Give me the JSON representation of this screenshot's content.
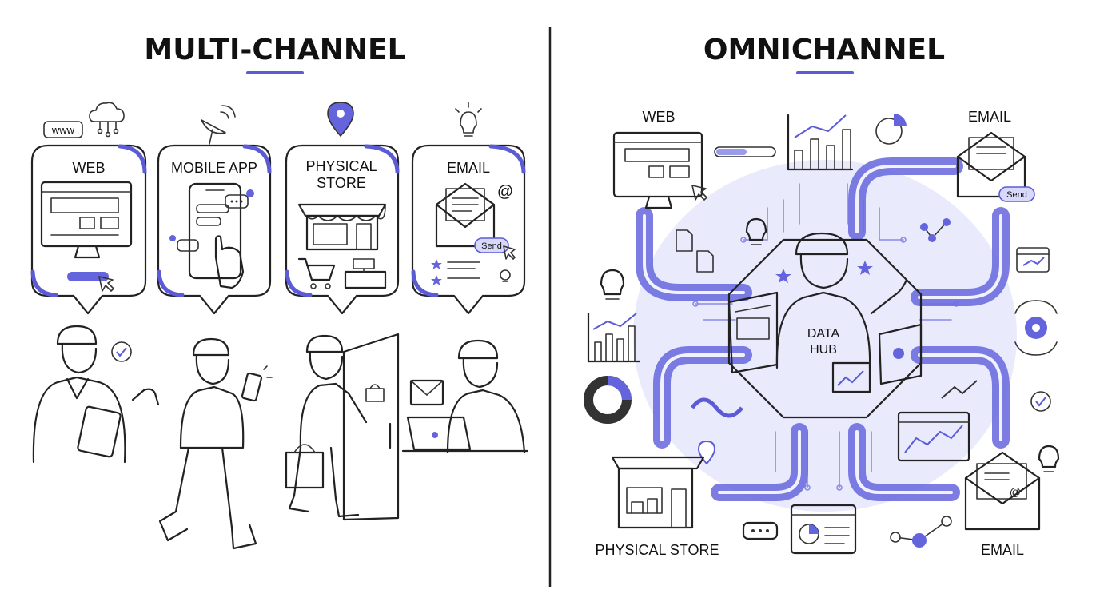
{
  "left": {
    "title": "MULTI-CHANNEL",
    "channels": [
      {
        "label": "WEB"
      },
      {
        "label": "MOBILE APP"
      },
      {
        "label": "PHYSICAL",
        "label2": "STORE"
      },
      {
        "label": "EMAIL"
      }
    ],
    "www_badge": "www",
    "send_label": "Send"
  },
  "right": {
    "title": "OMNICHANNEL",
    "hub_line1": "DATA",
    "hub_line2": "HUB",
    "label_web": "WEB",
    "label_email_top": "EMAIL",
    "label_store": "PHYSICAL STORE",
    "label_email_bottom": "EMAIL",
    "send_label": "Send"
  },
  "colors": {
    "accent": "#6464dc",
    "ink": "#222222",
    "glow": "#d9d9fb"
  }
}
